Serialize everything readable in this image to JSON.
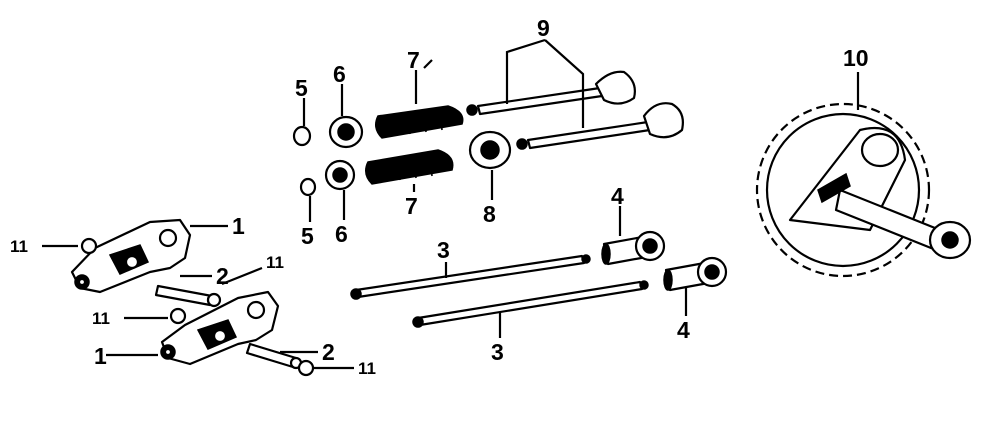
{
  "callouts": {
    "c1a": "1",
    "c1b": "1",
    "c2a": "2",
    "c2b": "2",
    "c3a": "3",
    "c3b": "3",
    "c4a": "4",
    "c4b": "4",
    "c5a": "5",
    "c5b": "5",
    "c6a": "6",
    "c6b": "6",
    "c7a": "7",
    "c7b": "7",
    "c8": "8",
    "c9": "9",
    "c10": "10",
    "c11a": "11",
    "c11b": "11",
    "c11c": "11",
    "c11d": "11"
  }
}
